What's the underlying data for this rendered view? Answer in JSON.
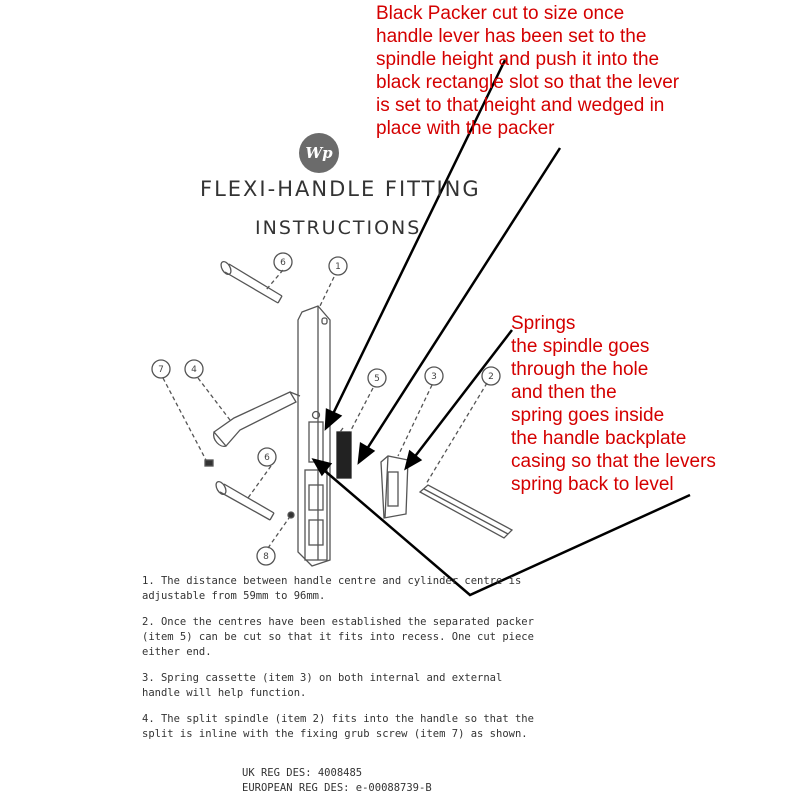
{
  "logo": {
    "text": "Wp"
  },
  "title": {
    "line1": "FLEXI-HANDLE FITTING",
    "line2": "INSTRUCTIONS"
  },
  "notes": {
    "packer": "Black Packer  cut to size once\nhandle lever has been set to the\nspindle height and push it into the\nblack rectangle slot so that the lever\nis set to that height and wedged in\nplace with the packer",
    "springs": "Springs\nthe spindle goes\nthrough the hole\nand then the\nspring goes inside\nthe handle backplate\ncasing so that the levers\nspring back to level"
  },
  "callouts": [
    "1",
    "2",
    "3",
    "4",
    "5",
    "6",
    "6",
    "7",
    "8"
  ],
  "steps": [
    "1. The distance between handle centre and cylinder centre is adjustable from 59mm to 96mm.",
    "2. Once the centres have been established the separated packer (item 5) can be cut so that it fits into recess. One cut piece either end.",
    "3. Spring cassette (item 3) on both internal and external handle will help function.",
    "4. The split spindle (item 2) fits into the handle so that the split is inline with the fixing grub screw (item 7) as shown."
  ],
  "registration": {
    "uk": "UK REG DES: 4008485",
    "eu": "EUROPEAN REG DES: e-00088739-B"
  },
  "colors": {
    "annotation": "#d40000",
    "line_art": "#555555"
  }
}
